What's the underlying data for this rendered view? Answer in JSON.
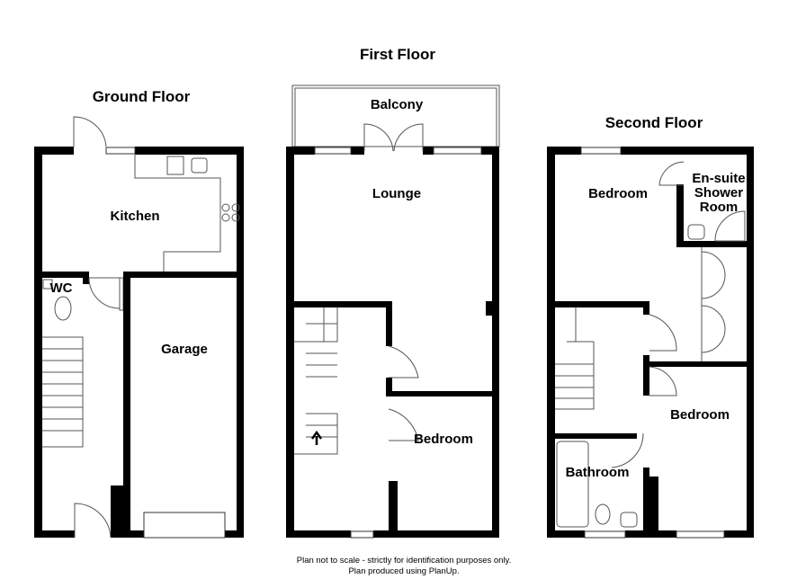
{
  "floors": {
    "ground": {
      "title": "Ground Floor",
      "rooms": {
        "kitchen": "Kitchen",
        "wc": "WC",
        "garage": "Garage"
      }
    },
    "first": {
      "title": "First Floor",
      "rooms": {
        "balcony": "Balcony",
        "lounge": "Lounge",
        "bedroom": "Bedroom"
      }
    },
    "second": {
      "title": "Second Floor",
      "rooms": {
        "bedroom1": "Bedroom",
        "ensuite_line1": "En-suite",
        "ensuite_line2": "Shower",
        "ensuite_line3": "Room",
        "bedroom2": "Bedroom",
        "bathroom": "Bathroom"
      }
    }
  },
  "footer": {
    "line1": "Plan not to scale - strictly for identification purposes only.",
    "line2": "Plan produced using PlanUp."
  }
}
